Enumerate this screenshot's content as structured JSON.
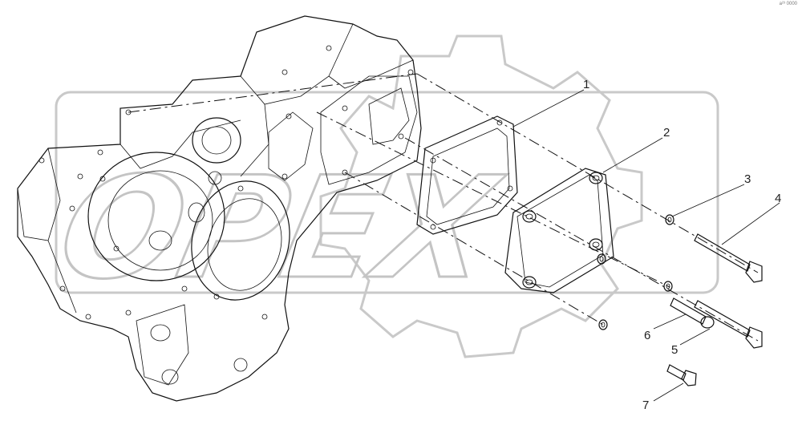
{
  "diagram": {
    "watermark_text": "OPEX",
    "corner_mark": "a²³ 0000",
    "callouts": [
      {
        "id": "1",
        "label": "1"
      },
      {
        "id": "2",
        "label": "2"
      },
      {
        "id": "3",
        "label": "3"
      },
      {
        "id": "4",
        "label": "4"
      },
      {
        "id": "5",
        "label": "5"
      },
      {
        "id": "6",
        "label": "6"
      },
      {
        "id": "7",
        "label": "7"
      }
    ]
  }
}
